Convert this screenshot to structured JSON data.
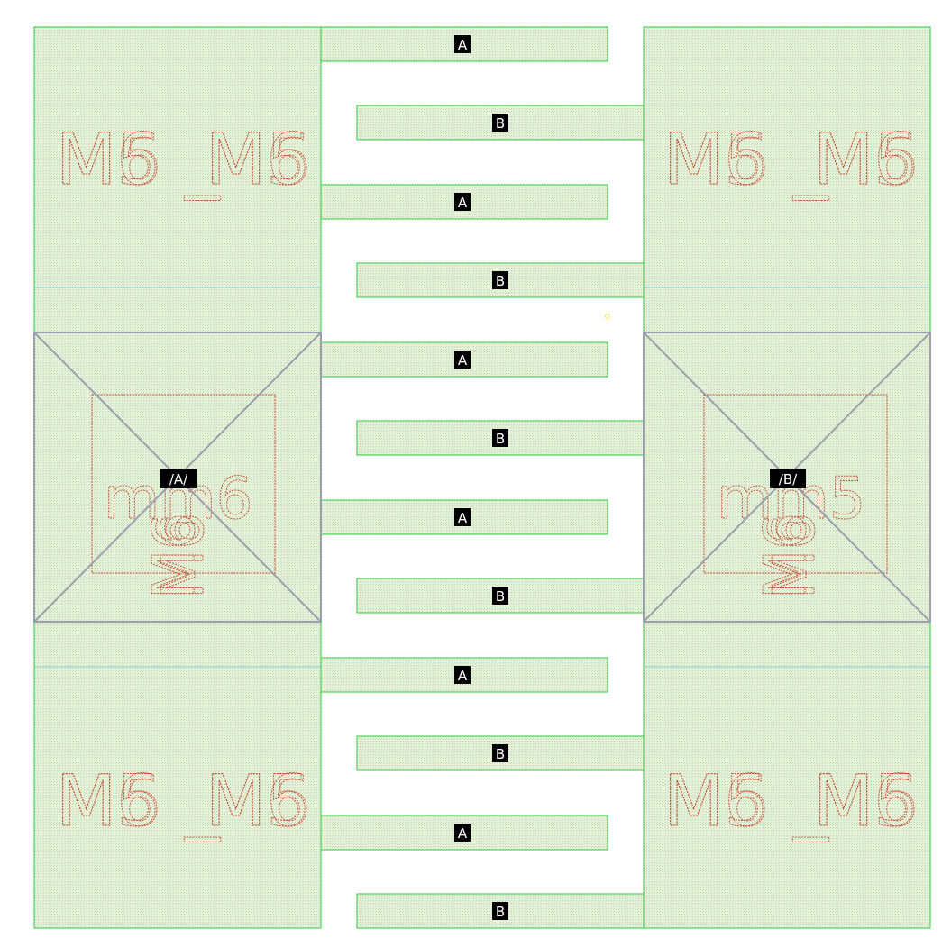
{
  "colors": {
    "background": "#ffffff",
    "metal_outline": "#2ecc40",
    "metal_fill": "#e6f2dc",
    "metal_hatch": "#b9d3a6",
    "label_bg": "#000000",
    "label_text": "#ffffff",
    "device_text": "#c8452a",
    "via_outline": "#9aa0ad",
    "guide_line": "#7fd0e0",
    "marker": "#f4e45c"
  },
  "fingers": {
    "left_to_right": [
      "A",
      "A",
      "A",
      "A",
      "A",
      "A"
    ],
    "right_to_left": [
      "B",
      "B",
      "B",
      "B",
      "B",
      "B"
    ]
  },
  "pins": {
    "left": "/A/",
    "right": "/B/"
  },
  "device_labels": {
    "top_left": [
      "M6",
      "M5",
      "_",
      "M5",
      "M6"
    ],
    "top_right": [
      "M6",
      "M5",
      "_",
      "M6",
      "M5"
    ],
    "bottom_left": [
      "M6",
      "M5",
      "_",
      "M5",
      "M6"
    ],
    "bottom_right": [
      "M6",
      "M5",
      "_",
      "M6",
      "M5"
    ],
    "via_left": [
      "mm6",
      "M6",
      "M6"
    ],
    "via_right": [
      "mm5",
      "M6",
      "M6"
    ]
  },
  "icons": {
    "via_left": "via-cross-icon",
    "via_right": "via-cross-icon"
  }
}
